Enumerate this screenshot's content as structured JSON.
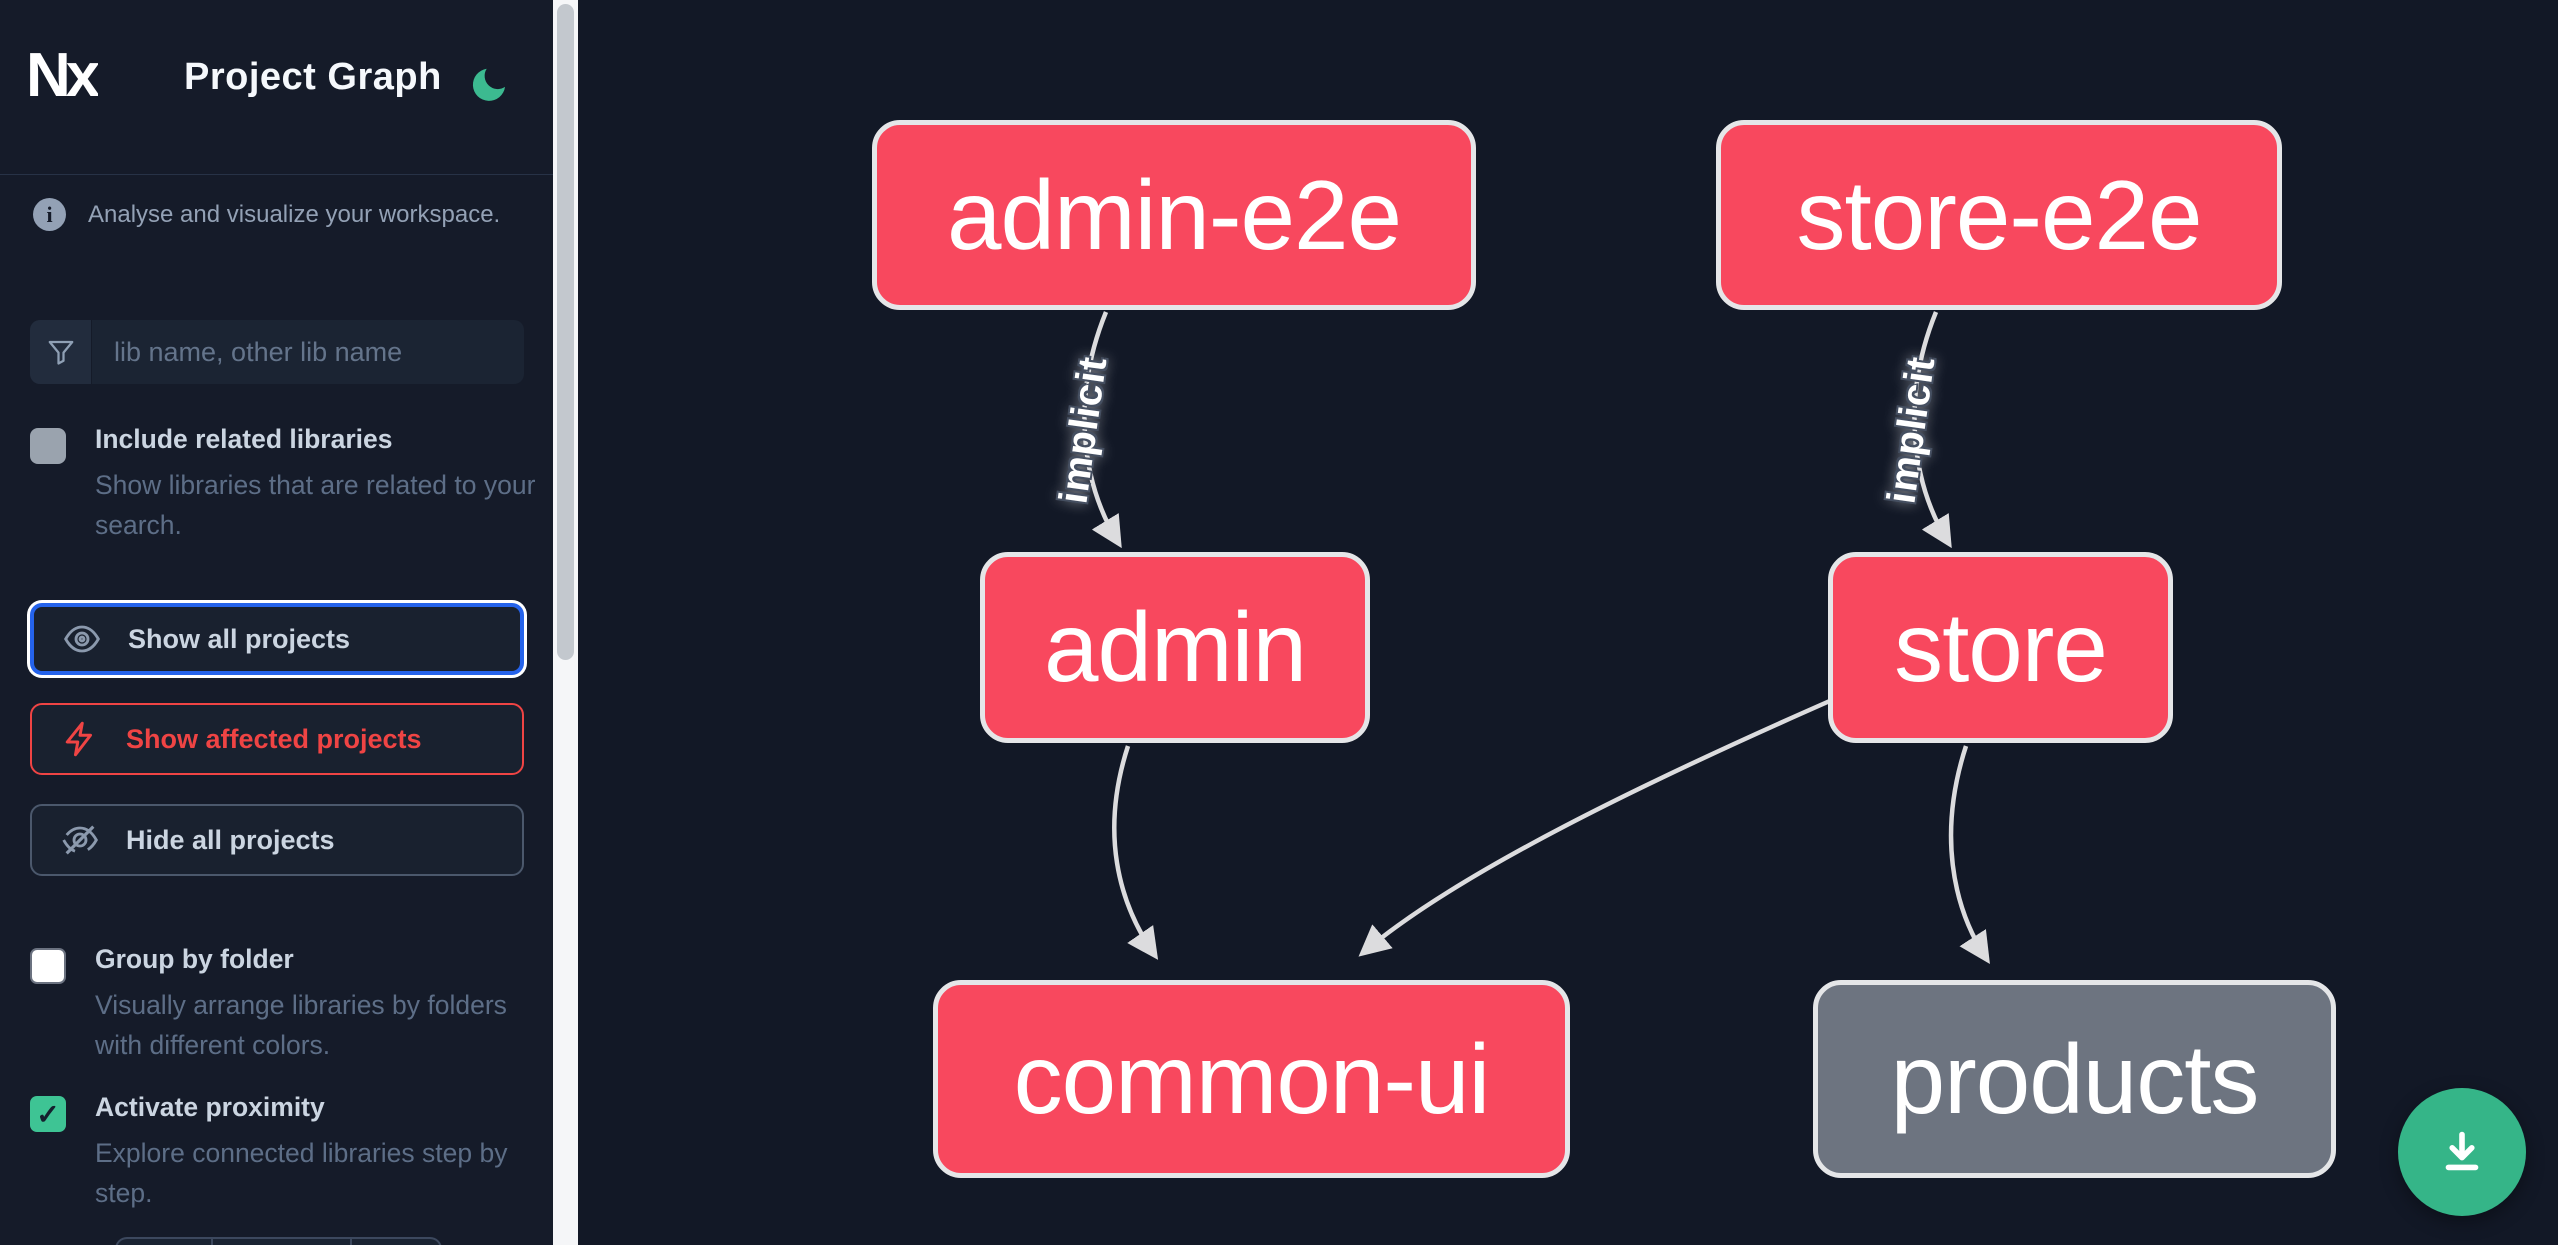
{
  "header": {
    "title": "Project Graph"
  },
  "sidebar": {
    "tagline": "Analyse and visualize your workspace.",
    "search": {
      "placeholder": "lib name, other lib name",
      "value": ""
    },
    "include_related": {
      "label": "Include related libraries",
      "description": "Show libraries that are related to your search.",
      "checked": false
    },
    "actions": {
      "show_all": "Show all projects",
      "show_affected": "Show affected projects",
      "hide_all": "Hide all projects"
    },
    "group_by_folder": {
      "label": "Group by folder",
      "description": "Visually arrange libraries by folders with different colors.",
      "checked": false
    },
    "proximity": {
      "label": "Activate proximity",
      "description": "Explore connected libraries step by step.",
      "checked": true
    }
  },
  "graph": {
    "nodes": [
      {
        "id": "admin-e2e",
        "label": "admin-e2e",
        "type": "affected"
      },
      {
        "id": "store-e2e",
        "label": "store-e2e",
        "type": "affected"
      },
      {
        "id": "admin",
        "label": "admin",
        "type": "affected"
      },
      {
        "id": "store",
        "label": "store",
        "type": "affected"
      },
      {
        "id": "common-ui",
        "label": "common-ui",
        "type": "affected"
      },
      {
        "id": "products",
        "label": "products",
        "type": "normal"
      }
    ],
    "edges": [
      {
        "from": "admin-e2e",
        "to": "admin",
        "label": "implicit"
      },
      {
        "from": "store-e2e",
        "to": "store",
        "label": "implicit"
      },
      {
        "from": "admin",
        "to": "common-ui",
        "label": ""
      },
      {
        "from": "store",
        "to": "common-ui",
        "label": ""
      },
      {
        "from": "store",
        "to": "products",
        "label": ""
      }
    ]
  },
  "colors": {
    "background": "#121826",
    "sidebar": "#151b29",
    "node_affected": "#f8485e",
    "node_normal": "#6d7480",
    "node_border": "#e5e6e8",
    "edge": "#dcdcde",
    "accent_green": "#35b588",
    "checkbox_green": "#3ec494",
    "moon_green": "#3cba90",
    "focus_blue": "#2563eb",
    "danger_red": "#ef4444"
  },
  "icons": {
    "check": "✓"
  }
}
